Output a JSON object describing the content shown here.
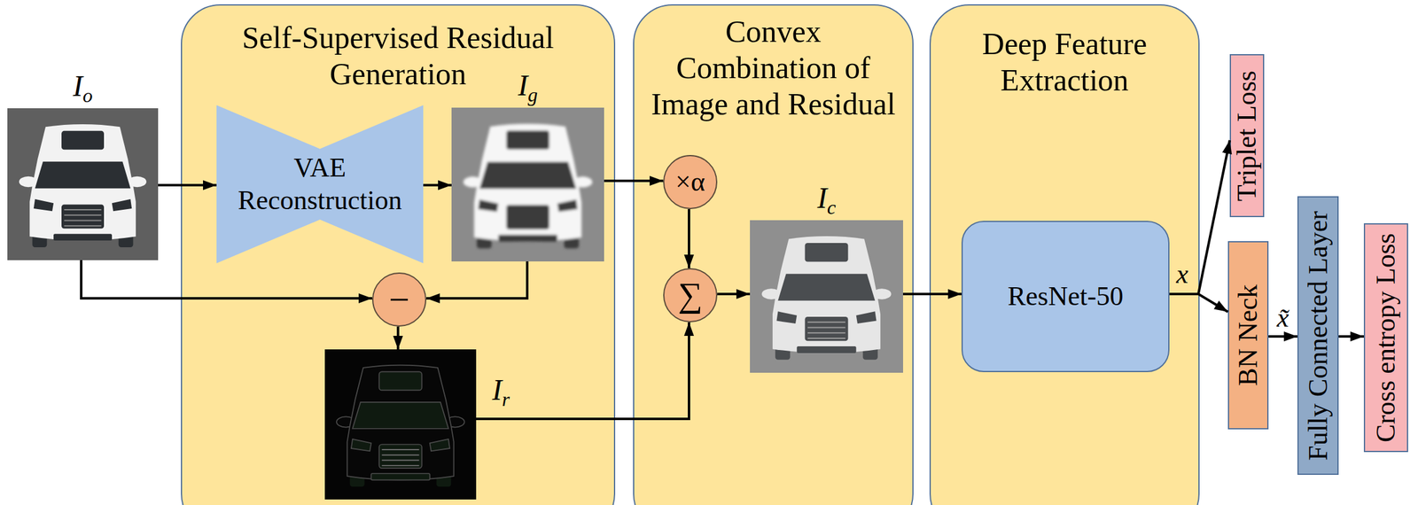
{
  "diagram": {
    "nodes": [
      {
        "text": [
          "Io"
        ]
      },
      {
        "text": [
          "Self-Supervised Residual Generation"
        ]
      },
      {
        "text": [
          "VAE Reconstruction"
        ],
        "in": 1
      },
      {
        "text": [
          "Ig"
        ],
        "in": 1
      },
      {
        "text": [
          "−"
        ],
        "in": 1
      },
      {
        "text": [
          "Ir"
        ],
        "in": 1
      },
      {
        "text": [
          "Convex Combination of Image and Residual"
        ]
      },
      {
        "text": [
          "×α"
        ],
        "in": 6
      },
      {
        "text": [
          "∑"
        ],
        "in": 6
      },
      {
        "text": [
          "Ic"
        ],
        "in": 6
      },
      {
        "text": [
          "Deep Feature Extraction"
        ]
      },
      {
        "text": [
          "ResNet-50"
        ],
        "in": 10
      },
      {
        "text": [
          "Triplet Loss"
        ]
      },
      {
        "text": [
          "BN Neck"
        ]
      },
      {
        "text": [
          "Fully Connected Layer"
        ]
      },
      {
        "text": [
          "Cross entropy Loss"
        ]
      }
    ],
    "edges": [
      {
        "from": 0,
        "to": 2,
        "arrow": "to"
      },
      {
        "from": 2,
        "to": 3,
        "arrow": "to"
      },
      {
        "from": 0,
        "to": 4,
        "arrow": "to"
      },
      {
        "from": 3,
        "to": 4,
        "arrow": "to"
      },
      {
        "from": 4,
        "to": 5,
        "arrow": "to"
      },
      {
        "from": 3,
        "to": 7,
        "arrow": "to"
      },
      {
        "from": 7,
        "to": 8,
        "arrow": "to"
      },
      {
        "from": 5,
        "to": 8,
        "arrow": "to"
      },
      {
        "from": 8,
        "to": 9,
        "arrow": "to"
      },
      {
        "from": 9,
        "to": 11,
        "arrow": "to"
      },
      {
        "from": 11,
        "to": 12,
        "arrow": "to"
      },
      {
        "from": 11,
        "to": 13,
        "arrow": "to"
      },
      {
        "from": 13,
        "to": 14,
        "arrow": "to",
        "label": "x̃"
      },
      {
        "from": 14,
        "to": 15,
        "arrow": "to"
      }
    ],
    "labels": [
      "x"
    ]
  }
}
